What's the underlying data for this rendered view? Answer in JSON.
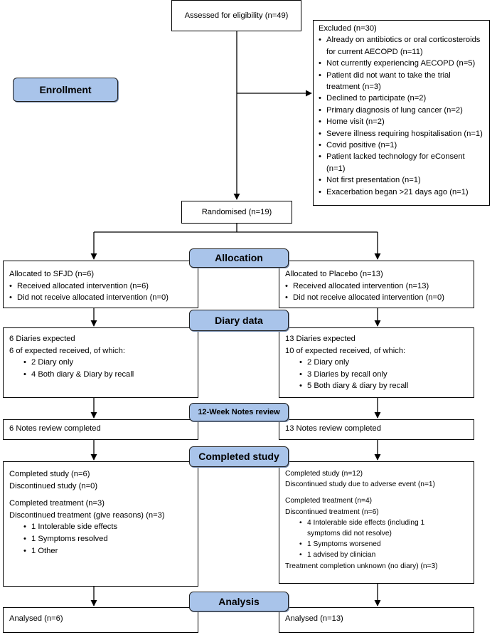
{
  "enrollment": {
    "stage_label": "Enrollment",
    "assessed": "Assessed for eligibility (n=49)",
    "excluded": {
      "header": "Excluded  (n=30)",
      "items": [
        "Already on antibiotics or oral corticosteroids for current AECOPD (n=11)",
        "Not currently experiencing AECOPD (n=5)",
        "Patient did not want to take the trial treatment (n=3)",
        "Declined to participate (n=2)",
        "Primary diagnosis of lung cancer (n=2)",
        "Home visit (n=2)",
        "Severe illness requiring hospitalisation (n=1)",
        "Covid positive (n=1)",
        "Patient lacked technology for eConsent (n=1)",
        "Not first presentation (n=1)",
        "Exacerbation began >21 days ago (n=1)"
      ]
    },
    "randomised": "Randomised (n=19)"
  },
  "allocation": {
    "stage_label": "Allocation",
    "left": {
      "title": "Allocated to SFJD (n=6)",
      "items": [
        "Received allocated intervention (n=6)",
        "Did not receive allocated intervention (n=0)"
      ]
    },
    "right": {
      "title": "Allocated to Placebo (n=13)",
      "items": [
        "Received allocated intervention (n=13)",
        "Did not receive allocated intervention (n=0)"
      ]
    }
  },
  "diary": {
    "stage_label": "Diary data",
    "left": {
      "lines": [
        "6 Diaries expected",
        "6 of expected received, of which:"
      ],
      "items": [
        "2 Diary only",
        "4 Both diary & Diary by recall"
      ]
    },
    "right": {
      "lines": [
        "13 Diaries expected",
        "10 of expected received, of which:"
      ],
      "items": [
        "2 Diary only",
        "3 Diaries by recall only",
        "5 Both diary & diary by recall"
      ]
    }
  },
  "notes": {
    "stage_label": "12-Week Notes review",
    "left": "6 Notes review completed",
    "right": "13 Notes review completed"
  },
  "completed": {
    "stage_label": "Completed study",
    "left": {
      "study": [
        "Completed study (n=6)",
        "Discontinued study (n=0)"
      ],
      "treatment": [
        "Completed treatment (n=3)",
        "Discontinued treatment (give reasons) (n=3)"
      ],
      "items": [
        "1 Intolerable side effects",
        "1 Symptoms resolved",
        "1 Other"
      ]
    },
    "right": {
      "study": [
        "Completed study (n=12)",
        "Discontinued study due to adverse event (n=1)"
      ],
      "treatment": [
        "Completed treatment (n=4)",
        "Discontinued treatment (n=6)"
      ],
      "items": [
        "4 Intolerable side effects (including 1 symptoms did not resolve)",
        "1 Symptoms worsened",
        "1 advised by clinician"
      ],
      "footer": "Treatment completion unknown (no diary) (n=3)"
    }
  },
  "analysis": {
    "stage_label": "Analysis",
    "left": "Analysed (n=6)",
    "right": "Analysed (n=13)"
  }
}
